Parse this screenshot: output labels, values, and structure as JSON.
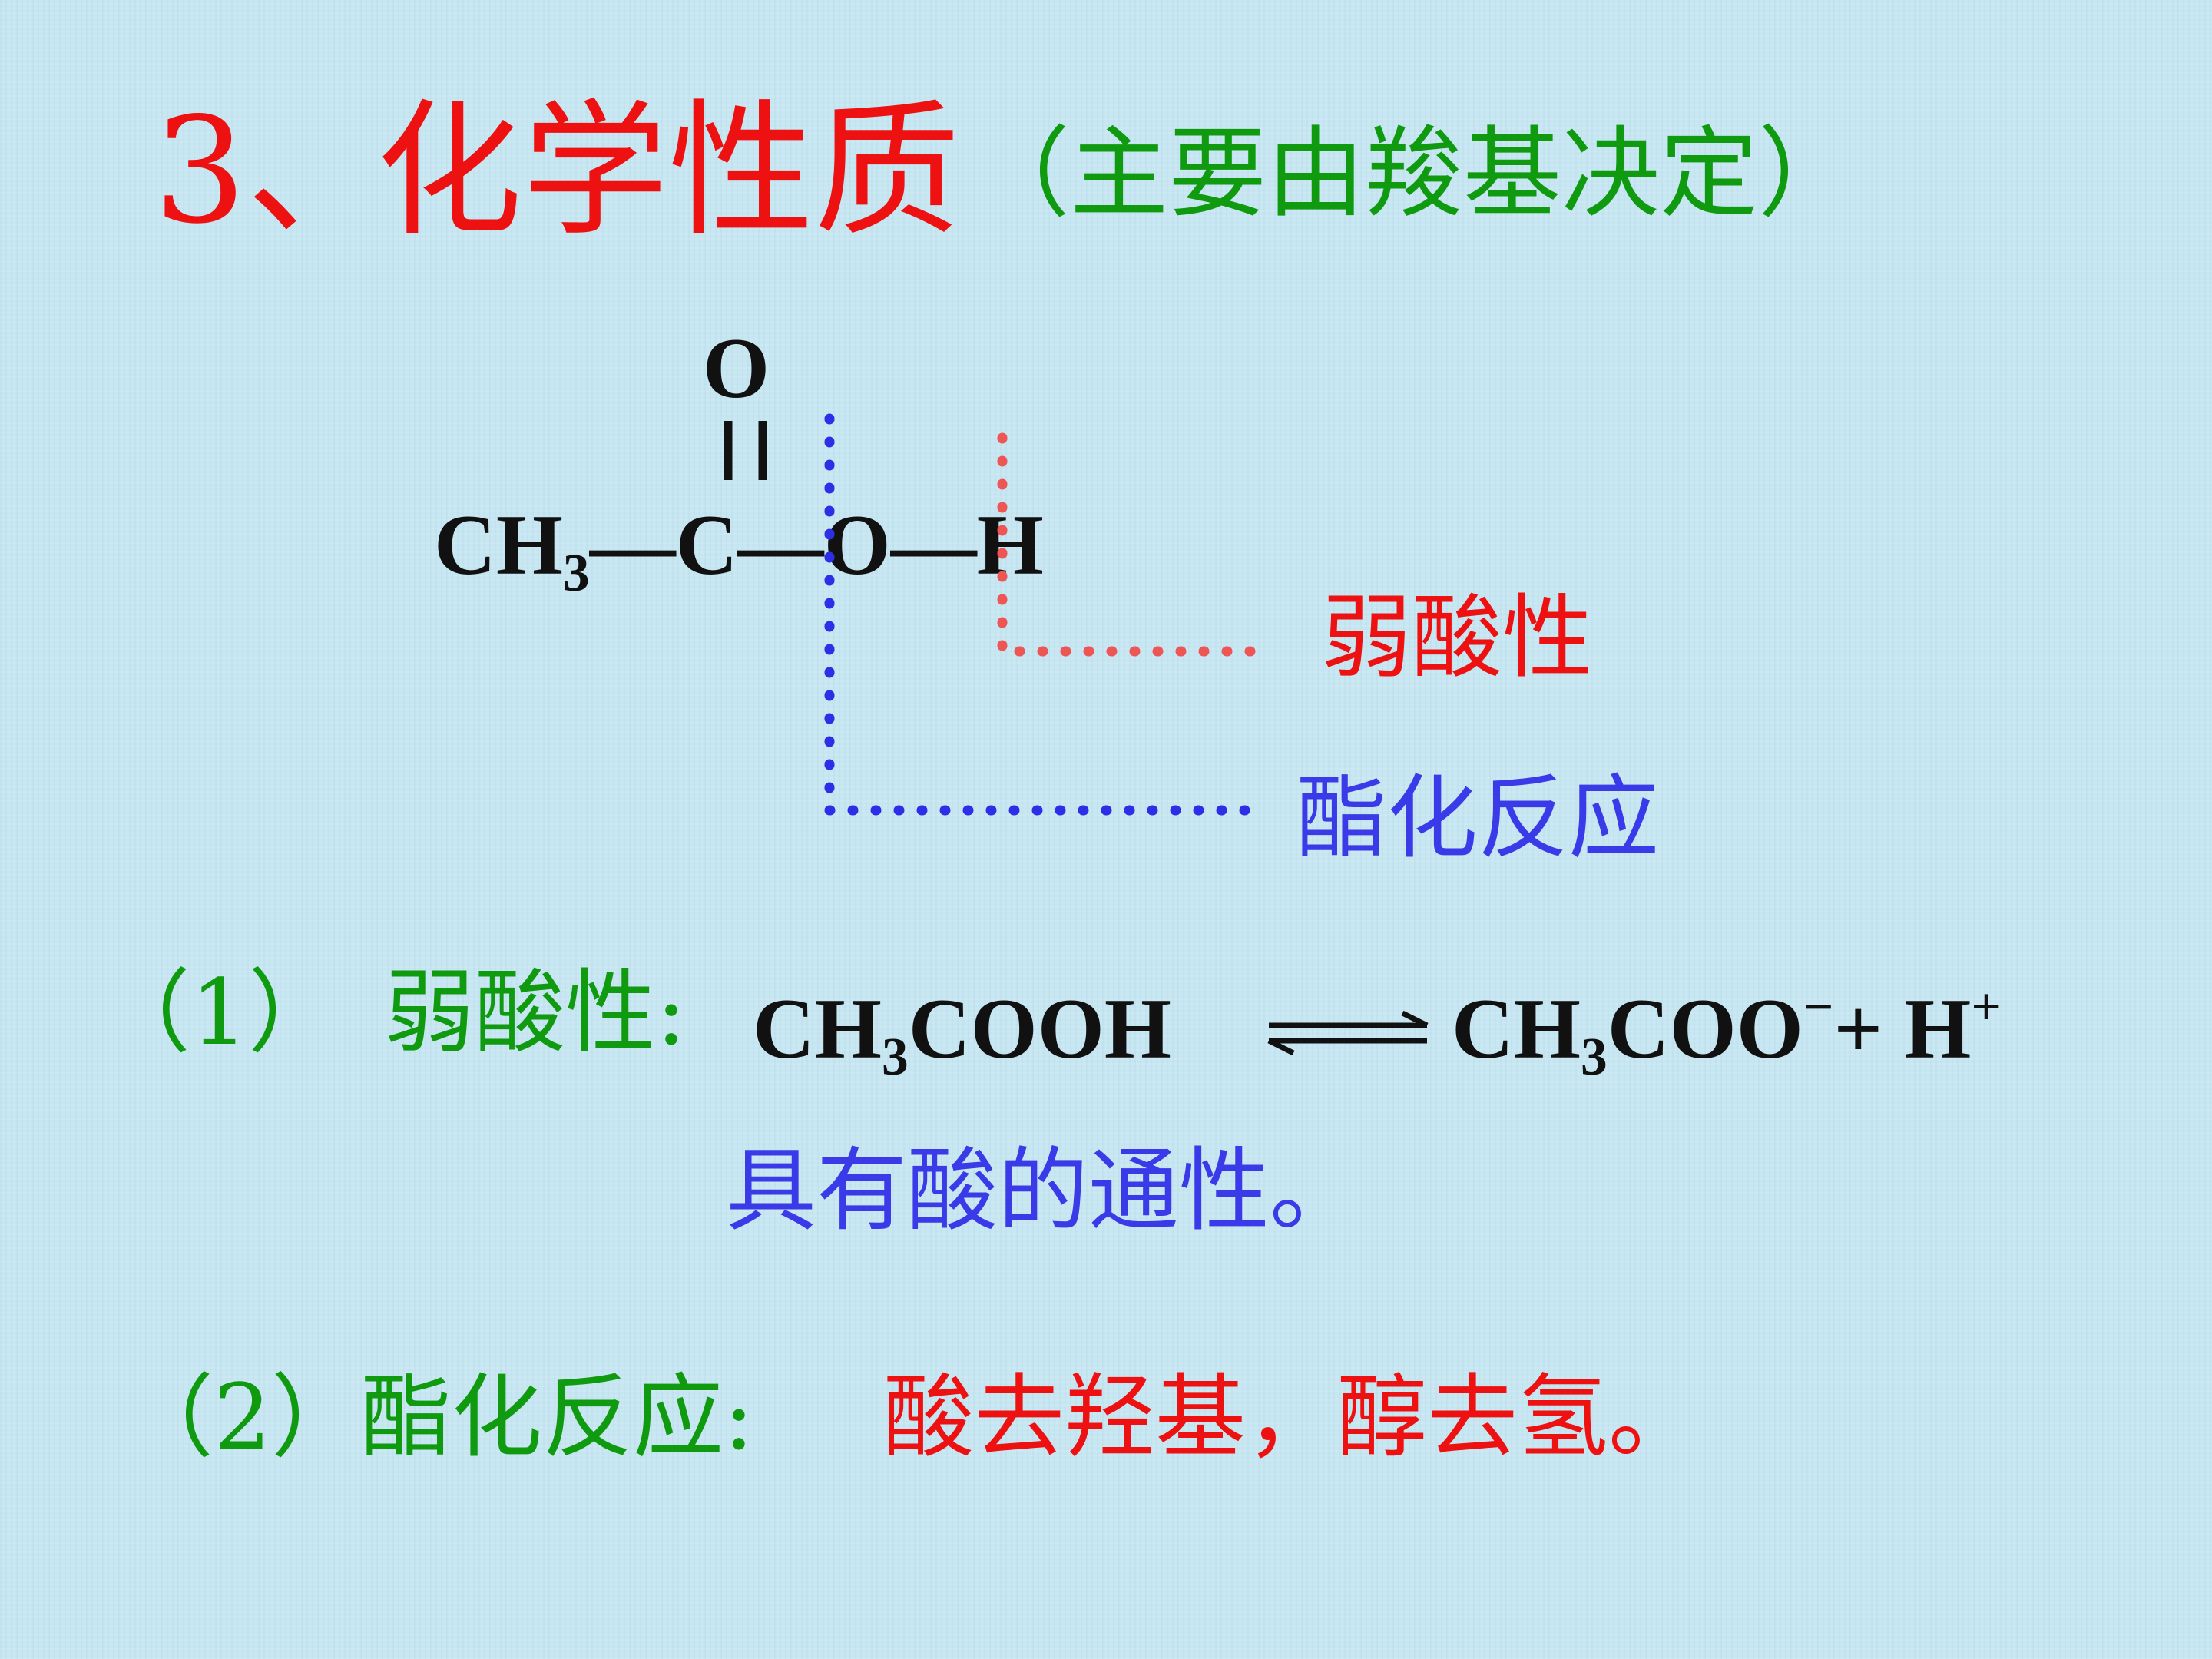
{
  "title": {
    "number": "3、",
    "main": "化学性质",
    "paren": "（主要由羧基决定）"
  },
  "structure": {
    "top_atom": "O",
    "ch": "CH",
    "ch_sub": "3",
    "c": "C",
    "o": "O",
    "h": "H",
    "label_weak_acid": "弱酸性",
    "label_esterification": "酯化反应"
  },
  "item1": {
    "number": "（1）",
    "label": "弱酸性:",
    "reactant_a": "CH",
    "reactant_sub": "3",
    "reactant_b": "COOH",
    "product_a": "CH",
    "product_sub": "3",
    "product_b": "COO",
    "product_charge": "−",
    "plus": "+",
    "product_h": "H",
    "product_h_charge": "+",
    "note": "具有酸的通性。"
  },
  "item2": {
    "number": "（2）",
    "label": "酯化反应:",
    "rule": "酸去羟基，醇去氢。"
  },
  "colors": {
    "red": "#ee1111",
    "green": "#109a10",
    "blue": "#3a3ae8",
    "bond_line_blue": "#2e2ee6",
    "bond_line_red": "#ee5555"
  }
}
